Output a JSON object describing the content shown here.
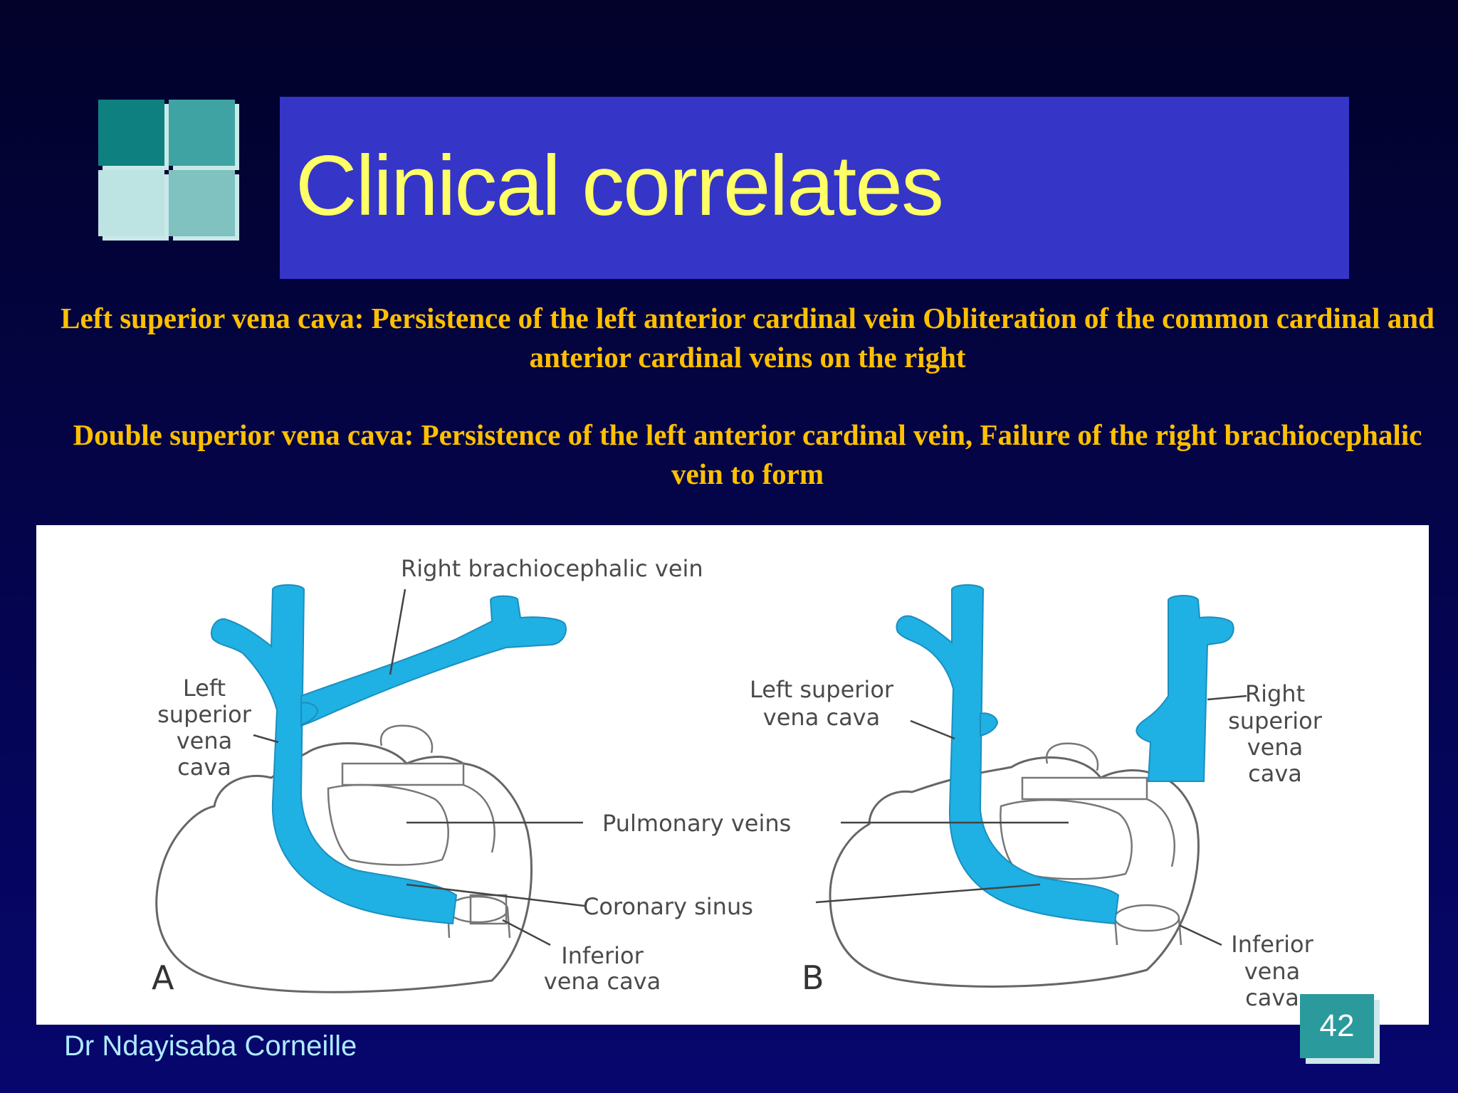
{
  "slide": {
    "title": "Clinical correlates",
    "paragraphs": [
      "Left superior vena cava:  Persistence of the left anterior cardinal vein Obliteration of the common cardinal and anterior cardinal veins on the right",
      "Double superior vena cava: Persistence of the left anterior cardinal vein, Failure of the right brachiocephalic vein to form"
    ],
    "author": "Dr Ndayisaba Corneille",
    "page_number": "42"
  },
  "figure": {
    "panel_a_letter": "A",
    "panel_b_letter": "B",
    "labels": {
      "right_brachiocephalic_vein": "Right brachiocephalic vein",
      "left_svc_a": [
        "Left",
        "superior",
        "vena",
        "cava"
      ],
      "left_svc_b": [
        "Left superior",
        "vena cava"
      ],
      "right_svc": [
        "Right",
        "superior",
        "vena",
        "cava"
      ],
      "pulmonary_veins": "Pulmonary veins",
      "coronary_sinus": "Coronary sinus",
      "ivc_a": [
        "Inferior",
        "vena cava"
      ],
      "ivc_b": [
        "Inferior",
        "vena",
        "cava"
      ]
    }
  },
  "colors": {
    "background": "#04044a",
    "title_bar": "#3535c8",
    "title_text": "#ffff66",
    "body_text": "#ffc000",
    "vein": "#1fb0e4",
    "author_text": "#aeeaff",
    "page_badge": "#2a9a9c"
  }
}
